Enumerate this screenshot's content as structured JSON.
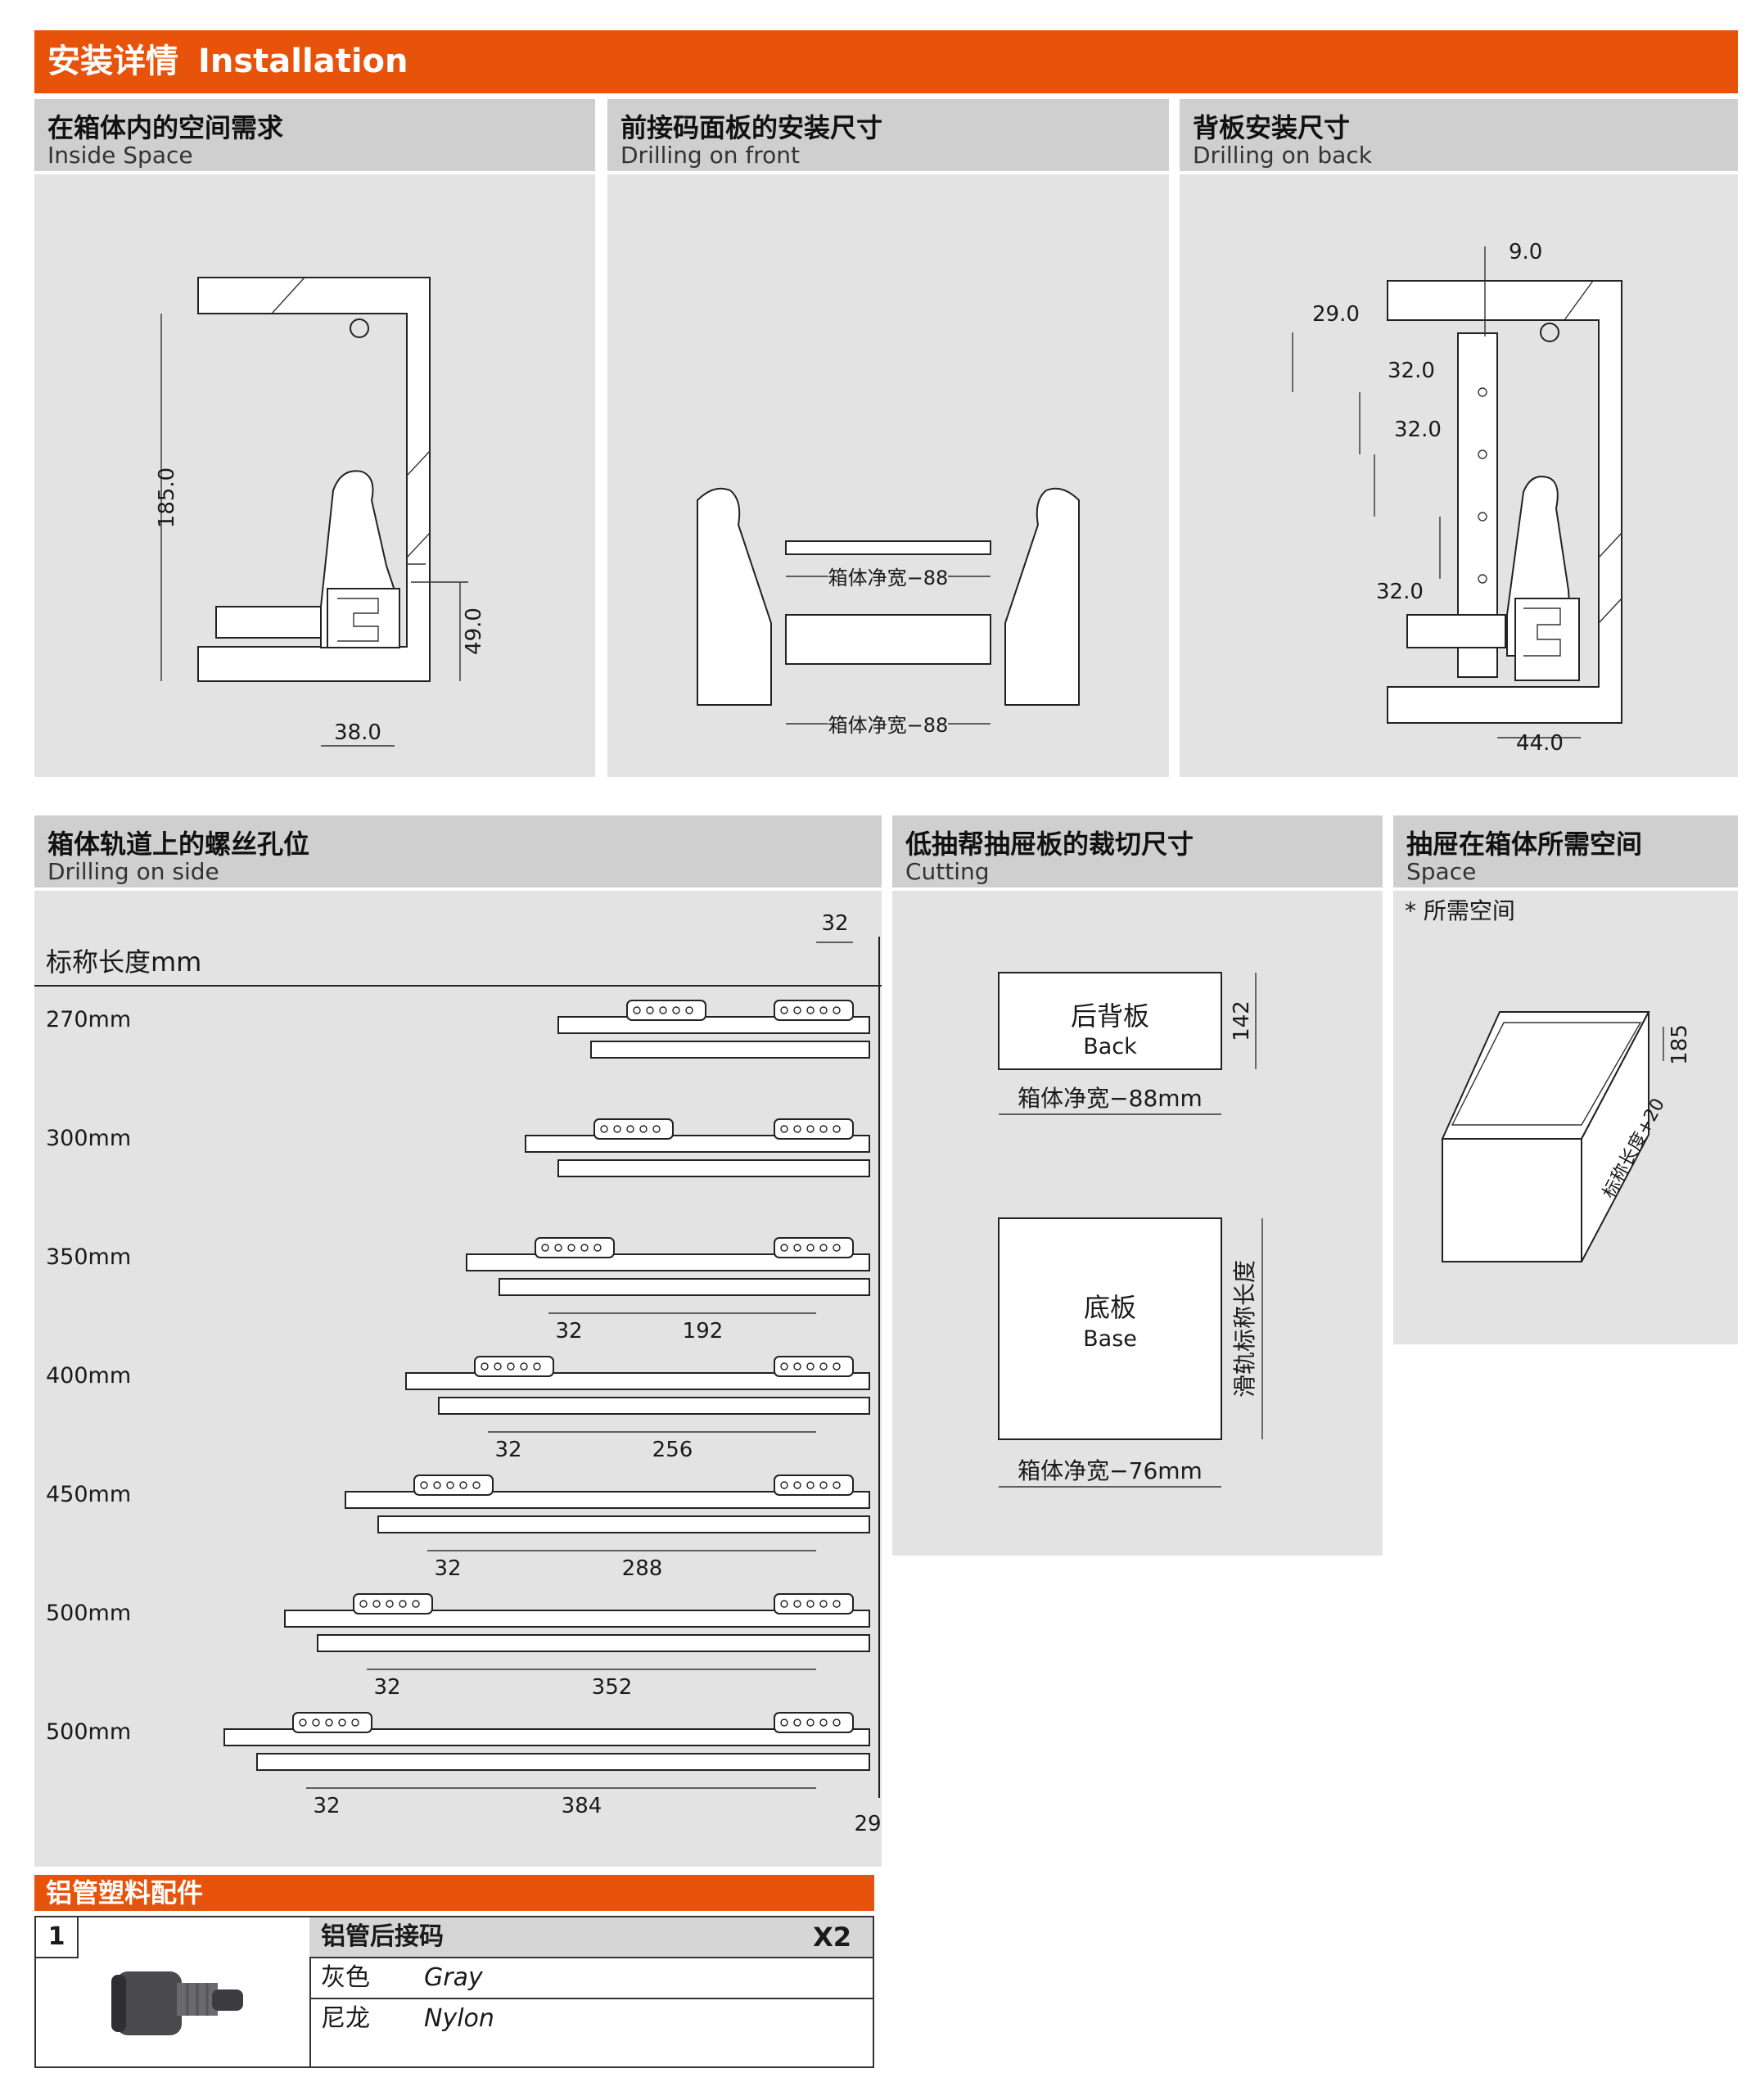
{
  "header": {
    "title_cn": "安装详情",
    "title_en": "Installation"
  },
  "panels": {
    "inside": {
      "cn": "在箱体内的空间需求",
      "en": "Inside Space",
      "dims": {
        "height": "185.0",
        "bottom": "49.0",
        "width": "38.0"
      }
    },
    "front": {
      "cn": "前接码面板的安装尺寸",
      "en": "Drilling on front",
      "labels": {
        "top": "箱体净宽−88",
        "bottom": "箱体净宽−88"
      }
    },
    "back": {
      "cn": "背板安装尺寸",
      "en": "Drilling on back",
      "dims": {
        "d1": "9.0",
        "d2": "29.0",
        "d3": "32.0",
        "d4": "32.0",
        "d5": "32.0",
        "d6": "44.0"
      }
    },
    "side": {
      "cn": "箱体轨道上的螺丝孔位",
      "en": "Drilling on side",
      "heading": "标称长度mm",
      "top_dim": "32",
      "rows": [
        {
          "label": "270mm",
          "a": "",
          "b": ""
        },
        {
          "label": "300mm",
          "a": "",
          "b": ""
        },
        {
          "label": "350mm",
          "a": "32",
          "b": "192"
        },
        {
          "label": "400mm",
          "a": "32",
          "b": "256"
        },
        {
          "label": "450mm",
          "a": "32",
          "b": "288"
        },
        {
          "label": "500mm",
          "a": "32",
          "b": "352"
        },
        {
          "label": "500mm",
          "a": "32",
          "b": "384"
        }
      ],
      "end_dim": "29"
    },
    "cutting": {
      "cn": "低抽帮抽屉板的裁切尺寸",
      "en": "Cutting",
      "back": {
        "cn": "后背板",
        "en": "Back",
        "height": "142",
        "width": "箱体净宽−88mm"
      },
      "base": {
        "cn": "底板",
        "en": "Base",
        "height": "滑轨标称长度",
        "width": "箱体净宽−76mm"
      }
    },
    "space": {
      "cn": "抽屉在箱体所需空间",
      "en": "Space",
      "note": "* 所需空间",
      "height": "185",
      "depth": "标称长度+20"
    }
  },
  "accessories": {
    "title": "铝管塑料配件",
    "item": {
      "num": "1",
      "name": "铝管后接码",
      "qty": "X2",
      "rows": [
        {
          "cn": "灰色",
          "en": "Gray"
        },
        {
          "cn": "尼龙",
          "en": "Nylon"
        }
      ]
    }
  }
}
